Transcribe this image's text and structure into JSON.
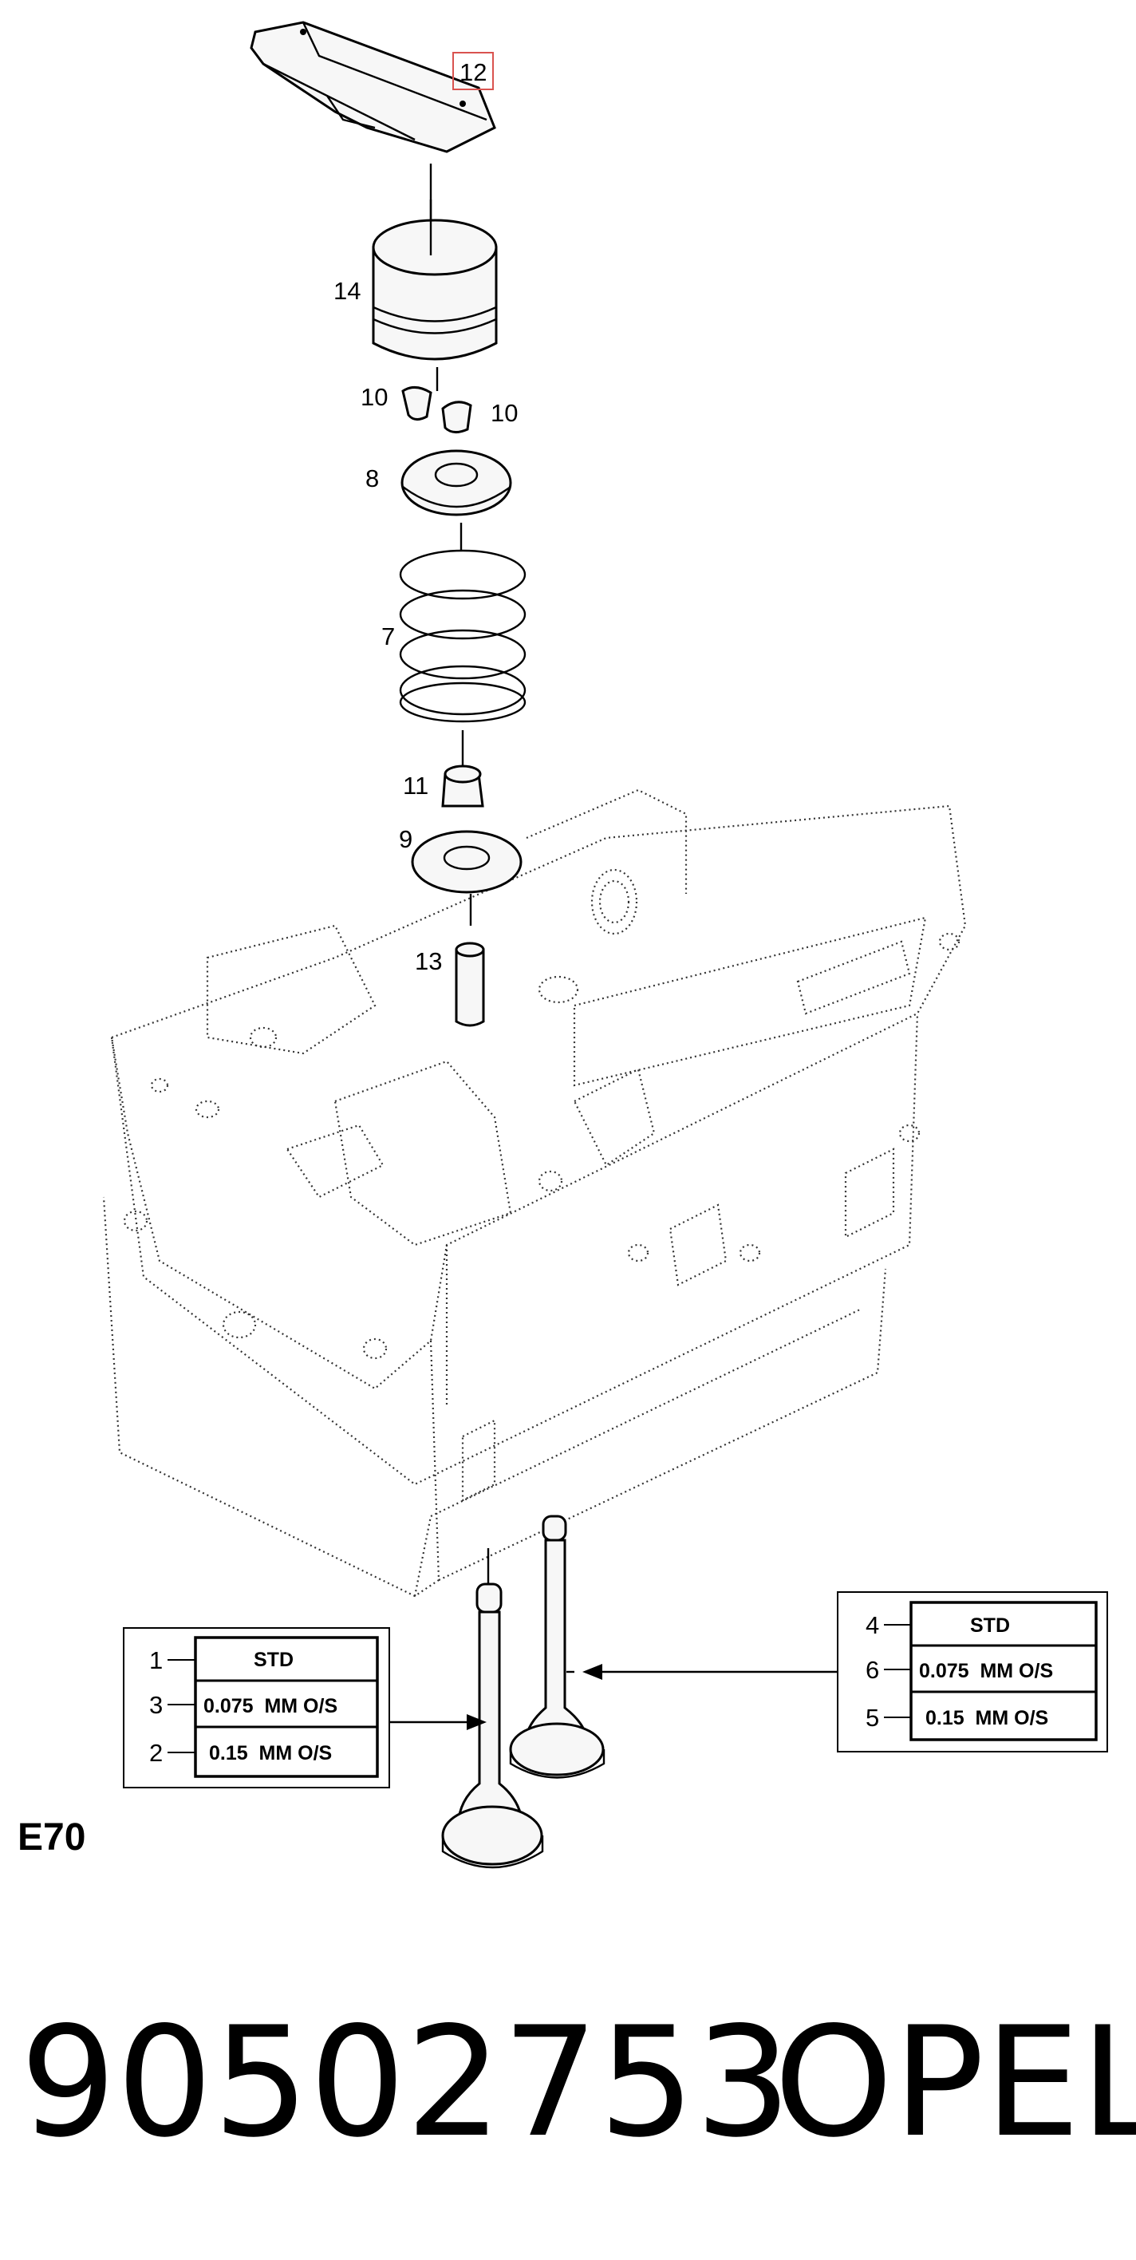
{
  "callouts": {
    "c12": "12",
    "c14": "14",
    "c10a": "10",
    "c10b": "10",
    "c8": "8",
    "c7": "7",
    "c11": "11",
    "c9": "9",
    "c13": "13"
  },
  "left_table": {
    "rows": [
      {
        "num": "1",
        "text": "STD"
      },
      {
        "num": "3",
        "text": "0.075  MM O/S"
      },
      {
        "num": "2",
        "text": "0.15  MM O/S"
      }
    ]
  },
  "right_table": {
    "rows": [
      {
        "num": "4",
        "text": "STD"
      },
      {
        "num": "6",
        "text": "0.075  MM O/S"
      },
      {
        "num": "5",
        "text": "0.15  MM O/S"
      }
    ]
  },
  "figure_code": "E70",
  "footer": {
    "part_number": "90502753",
    "brand": "OPEL"
  },
  "colors": {
    "highlight_box": "#d9534f",
    "ink": "#000000"
  }
}
